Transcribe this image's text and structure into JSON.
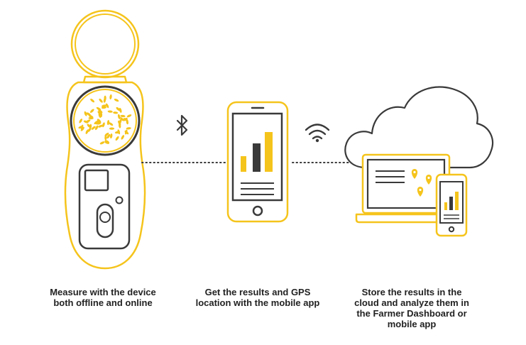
{
  "colors": {
    "accent": "#F5C41C",
    "stroke": "#3a3a3a",
    "outline": "#F5C41C",
    "dots": "#3a3a3a"
  },
  "icons": {
    "connector_1": "bluetooth-icon",
    "connector_2": "wifi-icon",
    "device": "grain-analyzer-device",
    "phone": "smartphone-icon",
    "cloud": "cloud-icon",
    "laptop": "laptop-icon",
    "map_pins": "map-pin-icon"
  },
  "steps": [
    {
      "lines": [
        "Measure with the device",
        "both offline and online"
      ]
    },
    {
      "lines": [
        "Get the results and GPS",
        "location with the mobile app"
      ]
    },
    {
      "lines": [
        "Store the results in the",
        "cloud and analyze them in",
        "the Farmer Dashboard or",
        "mobile app"
      ]
    }
  ]
}
